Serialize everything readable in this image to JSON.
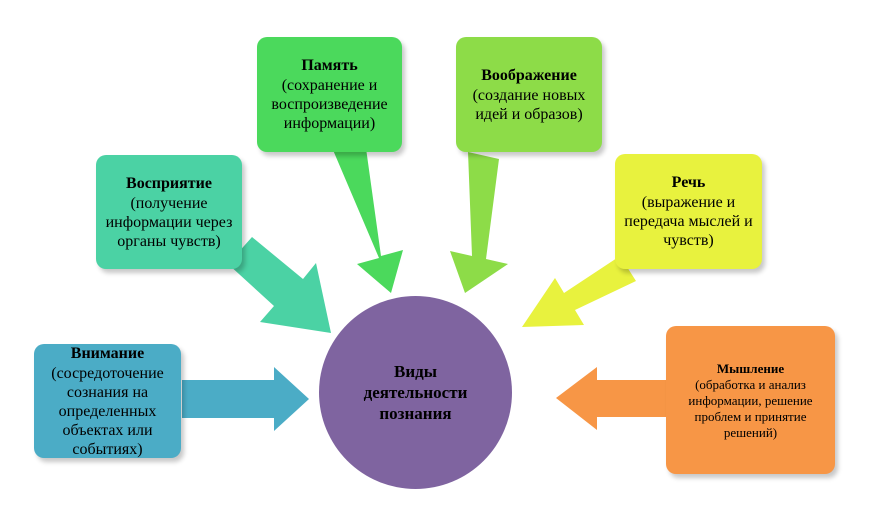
{
  "center": {
    "label": "Виды\nдеятельности\nпознания",
    "color": "#7f64a0"
  },
  "nodes": {
    "attention": {
      "title": "Внимание",
      "desc": "(сосредоточение сознания на определенных объектах или событиях)",
      "color": "#4bacc6"
    },
    "perception": {
      "title": "Восприятие",
      "desc": "(получение информации через органы чувств)",
      "color": "#4bd2a4"
    },
    "memory": {
      "title": "Память",
      "desc": "(сохранение и воспроизведение информации)",
      "color": "#4bd95c"
    },
    "imagination": {
      "title": "Воображение",
      "desc": "(создание новых идей и образов)",
      "color": "#8ddc48"
    },
    "speech": {
      "title": "Речь",
      "desc": "(выражение и передача мыслей и чувств)",
      "color": "#e8f23e"
    },
    "thinking": {
      "title": "Мышление",
      "desc": "(обработка и анализ информации, решение проблем и принятие решений)",
      "color": "#f79646"
    }
  }
}
